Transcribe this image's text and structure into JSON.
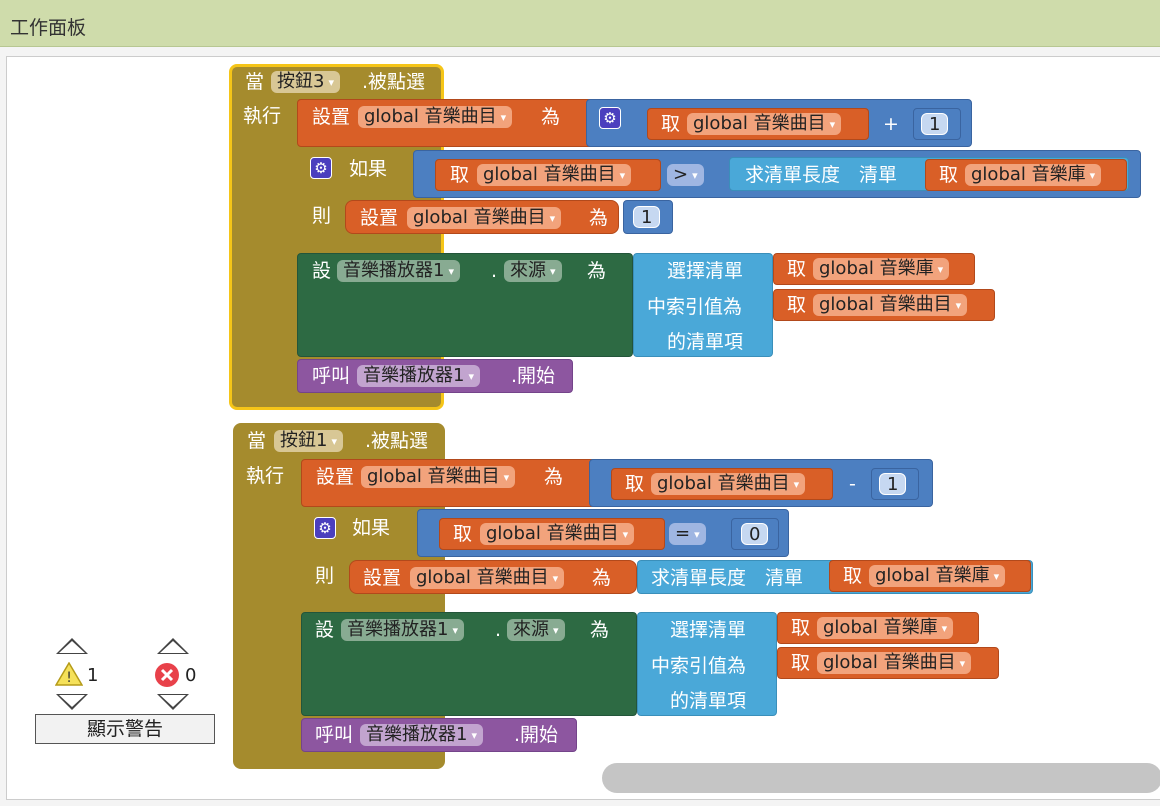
{
  "header": {
    "title": "工作面板"
  },
  "common": {
    "when": "當",
    "event_click": ".被點選",
    "do": "執行",
    "set": "設置",
    "to": "為",
    "get": "取",
    "if": "如果",
    "then": "則",
    "set_prop": "設",
    "dot": ".",
    "call": "呼叫",
    "method_start": ".開始",
    "var_current": "global 音樂曲目",
    "var_library": "global 音樂庫",
    "player": "音樂播放器1",
    "prop_source": "來源",
    "list_length": "求清單長度",
    "list_label": "清單",
    "select_line1": "選擇清單",
    "select_line2": "中索引值為",
    "select_line3": "的清單項",
    "dropdown_arrow": "▾"
  },
  "block1": {
    "button": "按鈕3",
    "add_op": "+",
    "add_num": "1",
    "compare_op": ">",
    "reset_num": "1"
  },
  "block2": {
    "button": "按鈕1",
    "sub_op": "-",
    "sub_num": "1",
    "compare_op": "=",
    "compare_num": "0"
  },
  "warnings": {
    "warning_count": "1",
    "error_count": "0",
    "show_button": "顯示警告"
  },
  "colors": {
    "event": "#a58b2d",
    "variable": "#d95f27",
    "math": "#4c7fc1",
    "component_set": "#2d6a43",
    "list": "#4aa8d8",
    "method": "#8d56a0",
    "header_bg": "#cfdcab"
  }
}
